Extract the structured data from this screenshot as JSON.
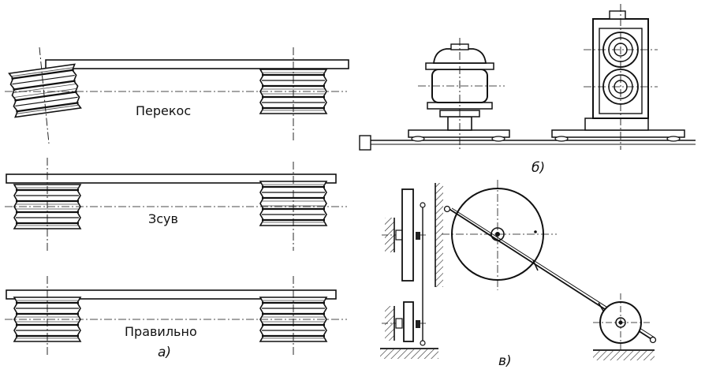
{
  "panel_a": {
    "rows": [
      {
        "label": "Перекос"
      },
      {
        "label": "Зсув"
      },
      {
        "label": "Правильно"
      }
    ],
    "caption": "а)"
  },
  "panel_b": {
    "caption": "б)"
  },
  "panel_c": {
    "caption": "в)"
  }
}
